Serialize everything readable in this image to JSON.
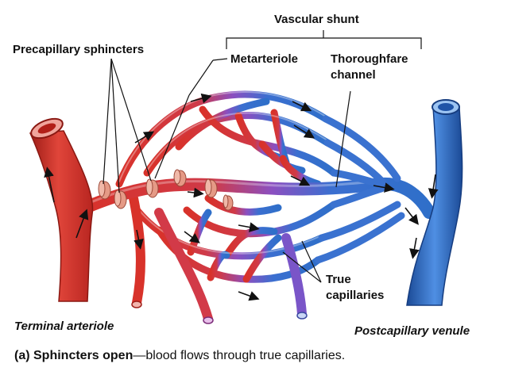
{
  "labels": {
    "vascular_shunt": "Vascular shunt",
    "precapillary_sphincters": "Precapillary sphincters",
    "metarteriole": "Metarteriole",
    "thoroughfare_channel_line1": "Thoroughfare",
    "thoroughfare_channel_line2": "channel",
    "true_capillaries_line1": "True",
    "true_capillaries_line2": "capillaries",
    "terminal_arteriole": "Terminal arteriole",
    "postcapillary_venule": "Postcapillary venule"
  },
  "caption": {
    "prefix": "(a) Sphincters open",
    "dash": "—",
    "text": "blood flows through true capillaries."
  },
  "colors": {
    "arterial": "#d8322a",
    "arterial_dark": "#9e1d17",
    "arterial_light": "#f07a6a",
    "venous": "#2f6fc9",
    "venous_dark": "#1b4a96",
    "venous_light": "#7fb1ee",
    "mixed": "#8b4fc0",
    "sphincter": "#e59a86",
    "arrow": "#111111"
  }
}
